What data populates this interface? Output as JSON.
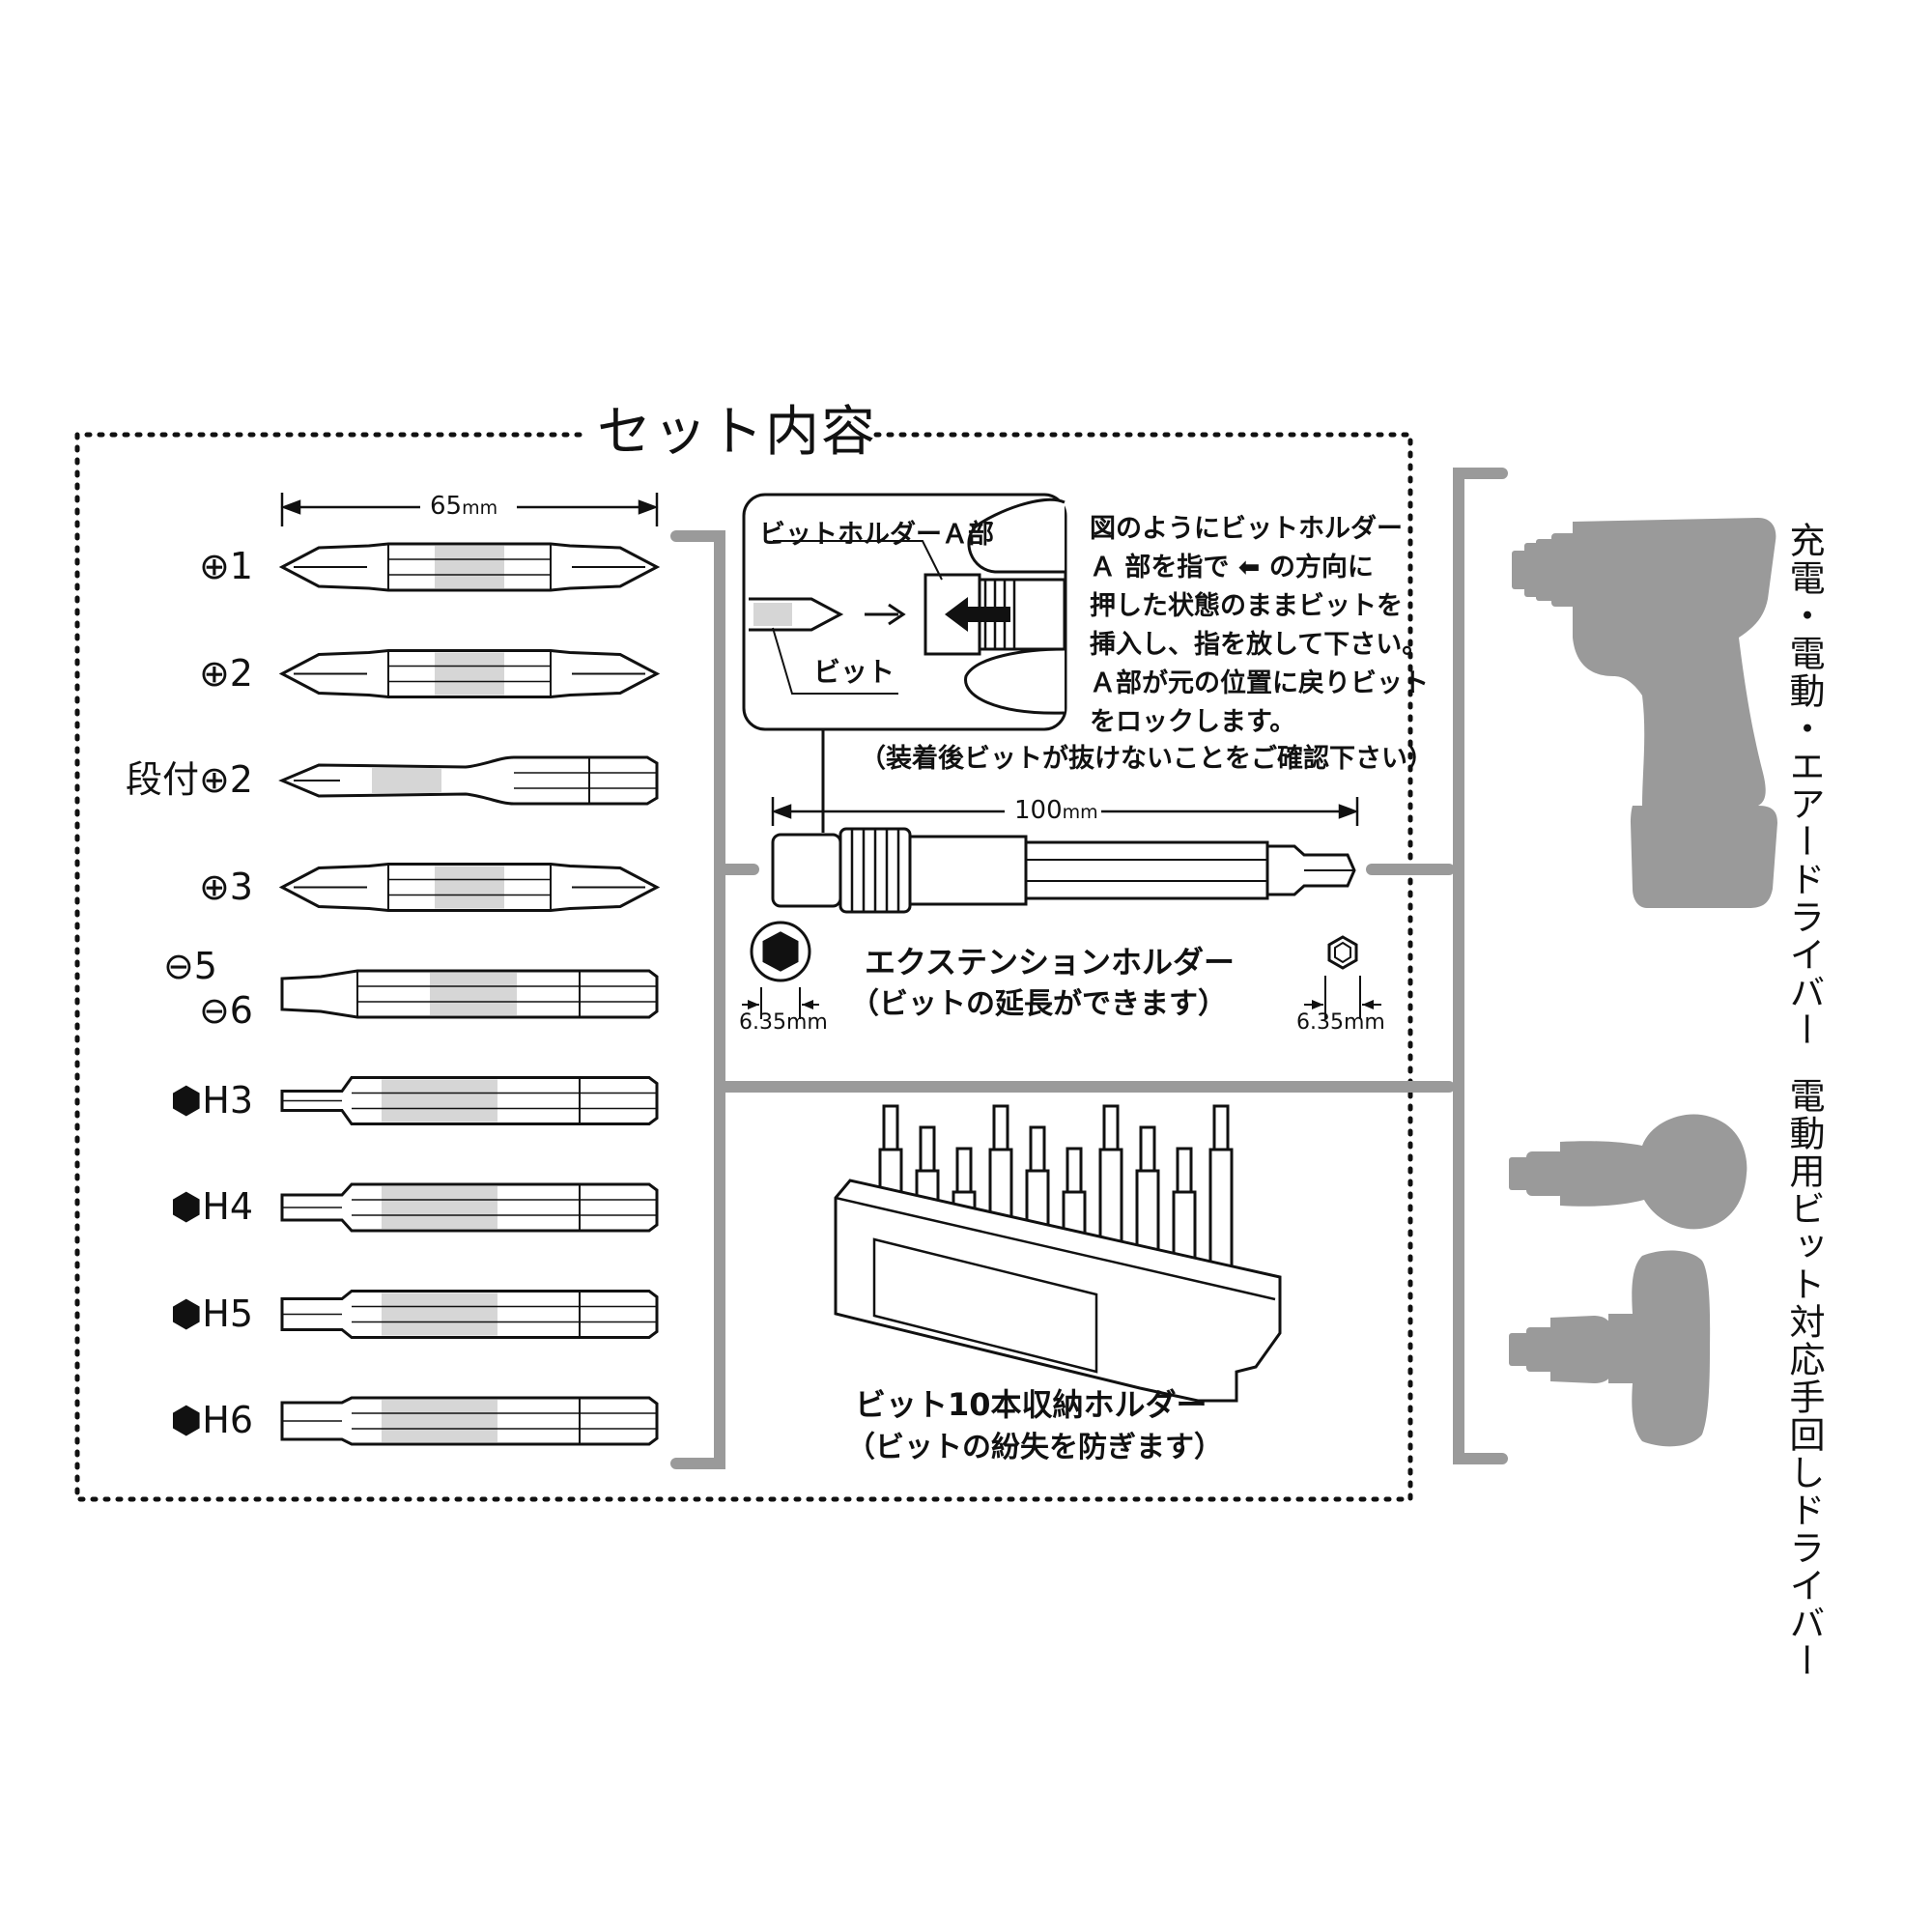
{
  "title": "セット内容",
  "bits": {
    "length_label": "65",
    "length_unit": "mm",
    "items": [
      {
        "label": "⊕1",
        "type": "double-phillips"
      },
      {
        "label": "⊕2",
        "type": "double-phillips"
      },
      {
        "label": "段付⊕2",
        "type": "stepped-phillips"
      },
      {
        "label": "⊕3",
        "type": "double-phillips"
      },
      {
        "label": "⊖5",
        "label2": "⊖6",
        "type": "slotted"
      },
      {
        "label": "⬢H3",
        "type": "hex"
      },
      {
        "label": "⬢H4",
        "type": "hex"
      },
      {
        "label": "⬢H5",
        "type": "hex"
      },
      {
        "label": "⬢H6",
        "type": "hex"
      }
    ]
  },
  "holder_callout": {
    "holder_part_label": "ビットホルダーＡ部",
    "bit_label": "ビット",
    "instructions": [
      "図のようにビットホルダー",
      "Ａ 部を指で ⬅ の方向に",
      "押した状態のままビットを",
      "挿入し、指を放して下さい。",
      "Ａ部が元の位置に戻りビット",
      "をロックします。"
    ],
    "caution": "（装着後ビットが抜けないことをご確認下さい）"
  },
  "extension_holder": {
    "length_label": "100",
    "length_unit": "mm",
    "name": "エクステンションホルダー",
    "description": "（ビットの延長ができます）",
    "socket_size": "6.35mm",
    "shank_size": "6.35mm"
  },
  "storage_holder": {
    "name": "ビット10本収納ホルダー",
    "description": "（ビットの紛失を防ぎます）"
  },
  "compat": {
    "power_tools": "充電・電動・エアードライバー",
    "manual_tools": "電動用ビット対応手回しドライバー"
  },
  "colors": {
    "ink": "#111111",
    "tool_gray": "#9a9a9a",
    "bit_band": "#d6d6d6"
  }
}
